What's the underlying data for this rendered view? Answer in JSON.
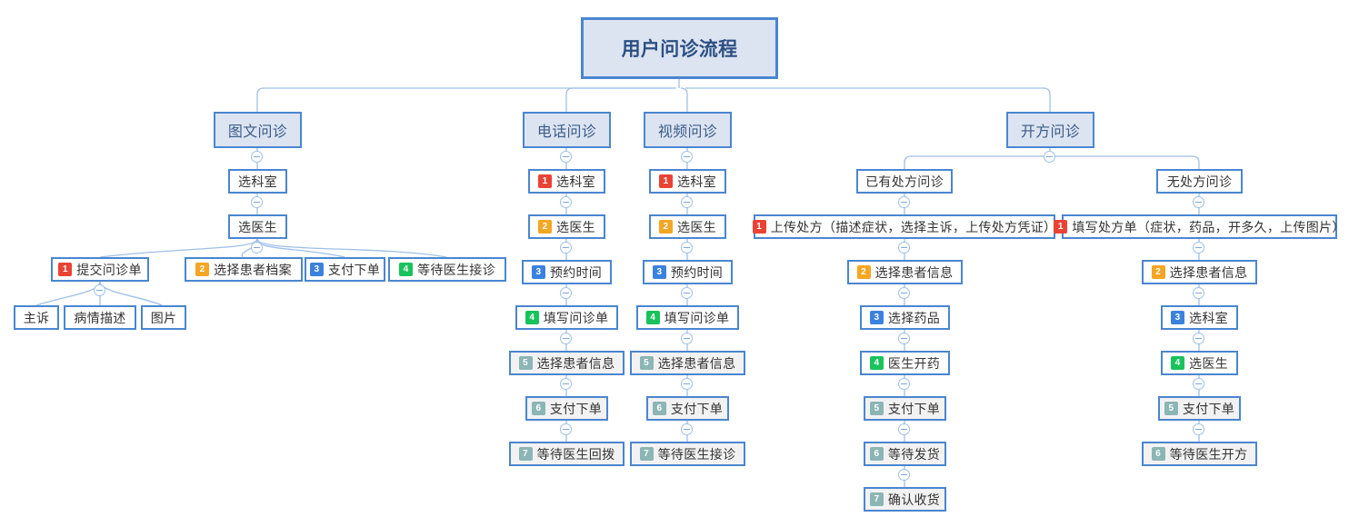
{
  "diagram": {
    "title": "用户问诊流程",
    "type": "mindmap-flowchart",
    "background": "#ffffff",
    "colors": {
      "node_border": "#4a86d0",
      "root_fill": "#dce4f2",
      "category_fill": "#dce4f2",
      "step_fill": "#ffffff",
      "step_fill_gray": "#f2f2f2",
      "connector": "#9ec0e8",
      "badge_1": "#ea4335",
      "badge_2": "#f5a623",
      "badge_3": "#3b82e0",
      "badge_4": "#19c35c",
      "badge_5": "#8cb5b5",
      "badge_6": "#8cb5b5",
      "badge_7": "#8cb5b5"
    },
    "root": {
      "label": "用户问诊流程"
    },
    "branches": [
      {
        "id": "tuwen",
        "label": "图文问诊",
        "steps": [
          {
            "num": "",
            "label": "选科室"
          },
          {
            "num": "",
            "label": "选医生"
          }
        ],
        "fanout": [
          {
            "num": "1",
            "label": "提交问诊单"
          },
          {
            "num": "2",
            "label": "选择患者档案"
          },
          {
            "num": "3",
            "label": "支付下单"
          },
          {
            "num": "4",
            "label": "等待医生接诊"
          }
        ],
        "leaves": [
          {
            "label": "主诉"
          },
          {
            "label": "病情描述"
          },
          {
            "label": "图片"
          }
        ]
      },
      {
        "id": "dianhua",
        "label": "电话问诊",
        "steps": [
          {
            "num": "1",
            "label": "选科室"
          },
          {
            "num": "2",
            "label": "选医生"
          },
          {
            "num": "3",
            "label": "预约时间"
          },
          {
            "num": "4",
            "label": "填写问诊单"
          },
          {
            "num": "5",
            "label": "选择患者信息"
          },
          {
            "num": "6",
            "label": "支付下单"
          },
          {
            "num": "7",
            "label": "等待医生回拨"
          }
        ]
      },
      {
        "id": "shipin",
        "label": "视频问诊",
        "steps": [
          {
            "num": "1",
            "label": "选科室"
          },
          {
            "num": "2",
            "label": "选医生"
          },
          {
            "num": "3",
            "label": "预约时间"
          },
          {
            "num": "4",
            "label": "填写问诊单"
          },
          {
            "num": "5",
            "label": "选择患者信息"
          },
          {
            "num": "6",
            "label": "支付下单"
          },
          {
            "num": "7",
            "label": "等待医生接诊"
          }
        ]
      },
      {
        "id": "kaifang",
        "label": "开方问诊",
        "subbranches": [
          {
            "id": "youchufang",
            "label": "已有处方问诊",
            "steps": [
              {
                "num": "1",
                "label": "上传处方（描述症状，选择主诉，上传处方凭证）"
              },
              {
                "num": "2",
                "label": "选择患者信息"
              },
              {
                "num": "3",
                "label": "选择药品"
              },
              {
                "num": "4",
                "label": "医生开药"
              },
              {
                "num": "5",
                "label": "支付下单"
              },
              {
                "num": "6",
                "label": "等待发货"
              },
              {
                "num": "7",
                "label": "确认收货"
              }
            ]
          },
          {
            "id": "wuchufang",
            "label": "无处方问诊",
            "steps": [
              {
                "num": "1",
                "label": "填写处方单（症状，药品，开多久，上传图片）"
              },
              {
                "num": "2",
                "label": "选择患者信息"
              },
              {
                "num": "3",
                "label": "选科室"
              },
              {
                "num": "4",
                "label": "选医生"
              },
              {
                "num": "5",
                "label": "支付下单"
              },
              {
                "num": "6",
                "label": "等待医生开方"
              }
            ]
          }
        ]
      }
    ]
  }
}
